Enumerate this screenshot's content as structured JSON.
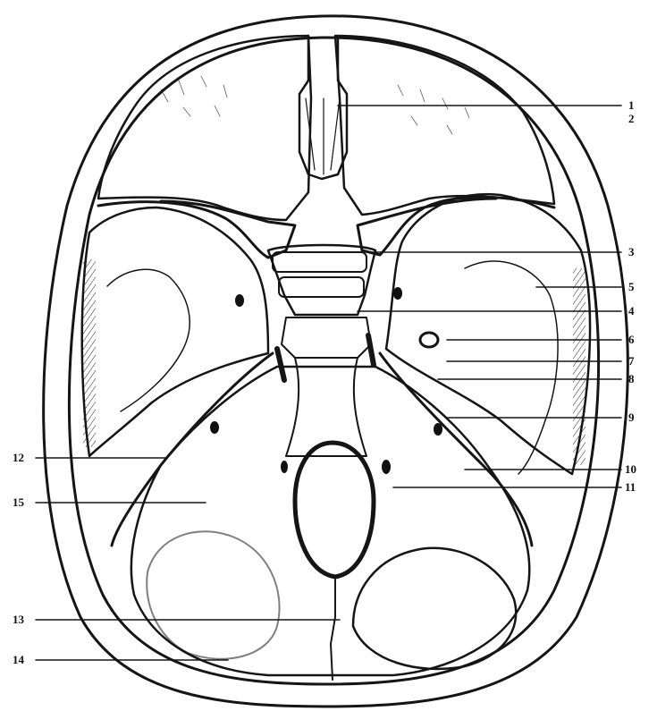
{
  "figure": {
    "background": "#ffffff",
    "ink_color": "#151515",
    "paper_tint": "#f4f1ea",
    "labels": [
      "1",
      "2",
      "3",
      "4",
      "5",
      "6",
      "7",
      "8",
      "9",
      "10",
      "11",
      "12",
      "15",
      "13",
      "14"
    ]
  }
}
